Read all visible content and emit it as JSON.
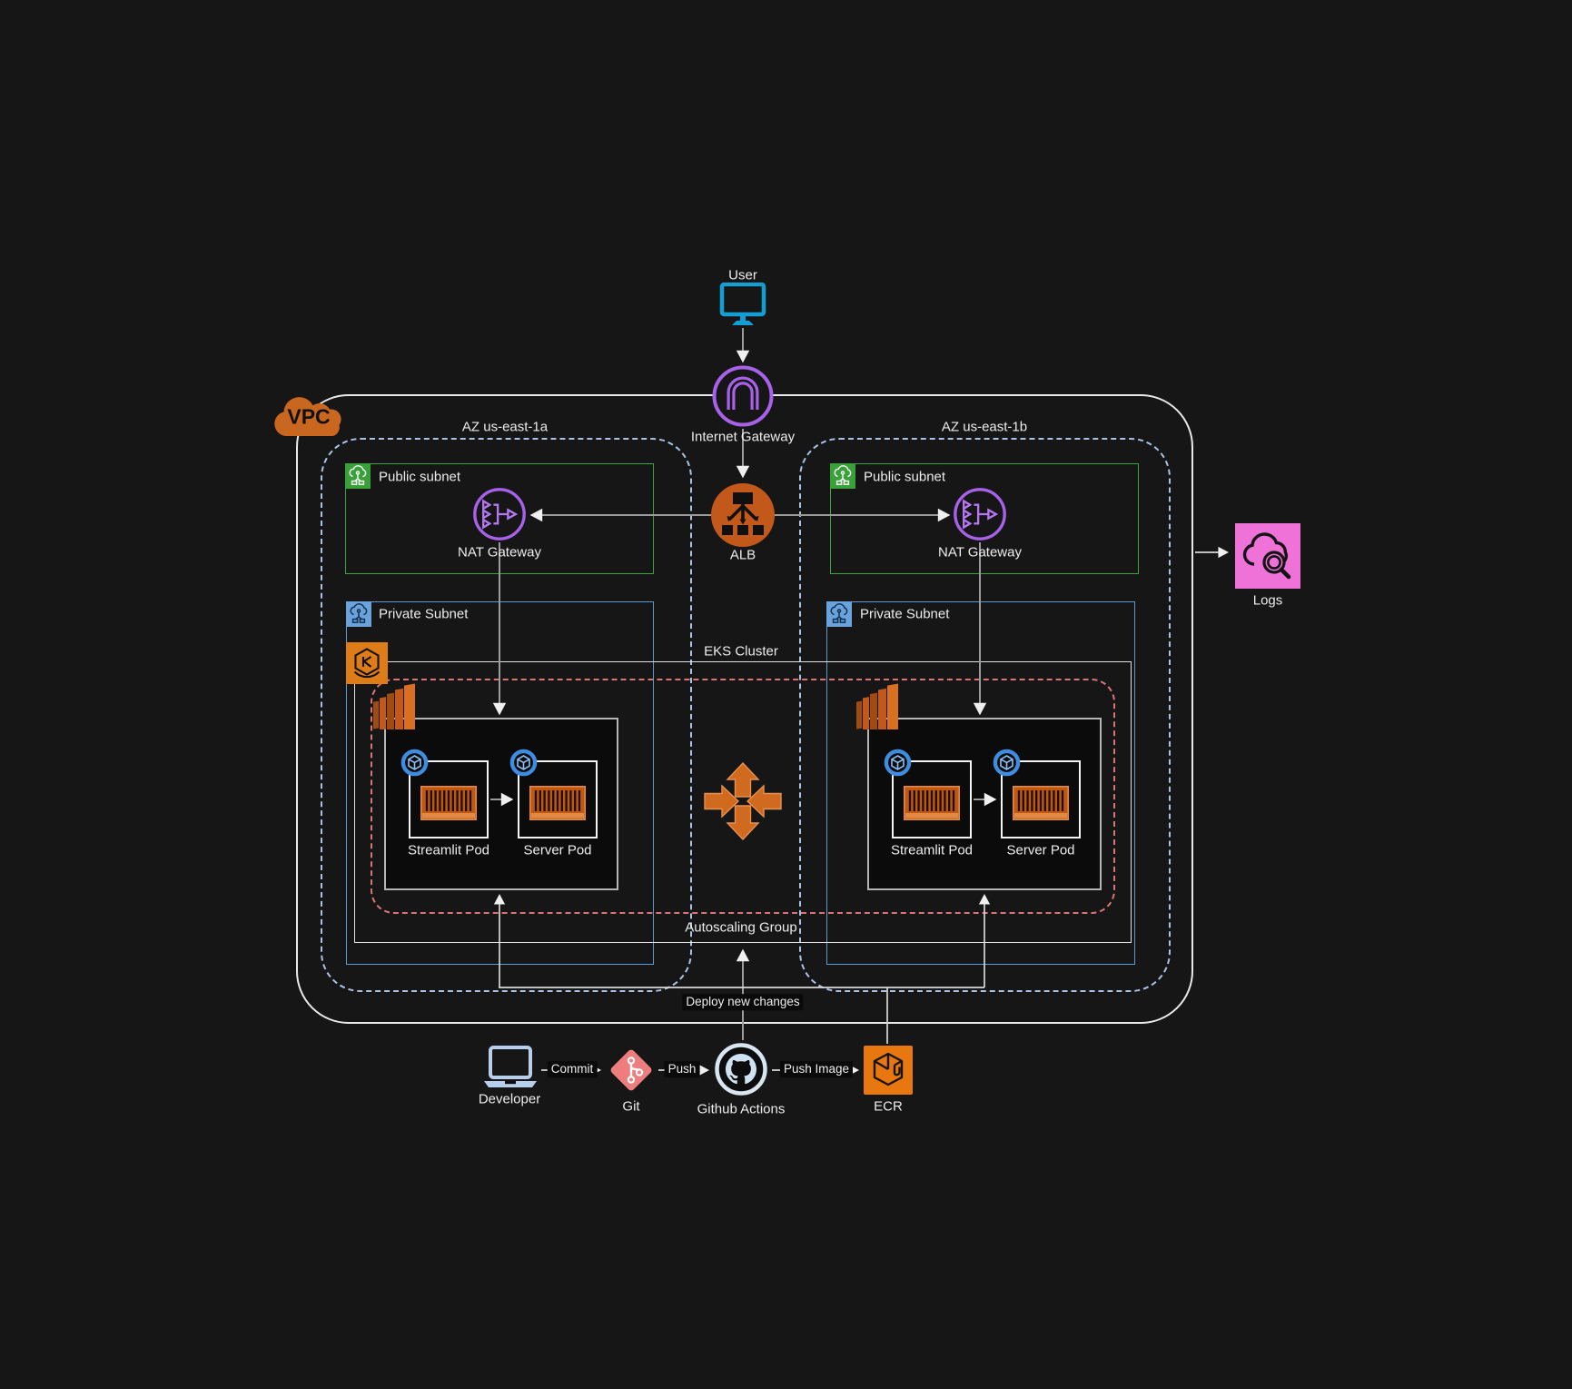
{
  "nodes": {
    "user_label": "User",
    "internet_gateway_label": "Internet Gateway",
    "alb_label": "ALB",
    "vpc_label": "VPC",
    "logs_label": "Logs",
    "eks_cluster_label": "EKS Cluster",
    "autoscaling_group_label": "Autoscaling Group"
  },
  "azs": [
    {
      "label": "AZ us-east-1a",
      "public_subnet_label": "Public subnet",
      "nat_gateway_label": "NAT Gateway",
      "private_subnet_label": "Private Subnet",
      "streamlit_pod_label": "Streamlit Pod",
      "server_pod_label": "Server Pod"
    },
    {
      "label": "AZ us-east-1b",
      "public_subnet_label": "Public subnet",
      "nat_gateway_label": "NAT Gateway",
      "private_subnet_label": "Private Subnet",
      "streamlit_pod_label": "Streamlit Pod",
      "server_pod_label": "Server Pod"
    }
  ],
  "cicd": {
    "developer_label": "Developer",
    "commit_label": "Commit",
    "git_label": "Git",
    "push_label": "Push",
    "github_actions_label": "Github Actions",
    "push_image_label": "Push Image",
    "ecr_label": "ECR",
    "deploy_label": "Deploy new changes"
  },
  "colors": {
    "background": "#161616",
    "vpc_border": "#e9e9e9",
    "az_border_blue": "#a9c3e6",
    "public_subnet_green": "#3da43d",
    "private_subnet_blue": "#5b9bd5",
    "autoscaling_red": "#d97575",
    "aws_orange": "#c2591a",
    "ecr_orange": "#e8770f",
    "gateway_purple": "#a862ea",
    "user_teal": "#149fd4",
    "logs_pink": "#ee72d8",
    "git_salmon": "#ee7e7e",
    "pod_blue": "#3f8de0",
    "container_orange": "#c2570e"
  }
}
